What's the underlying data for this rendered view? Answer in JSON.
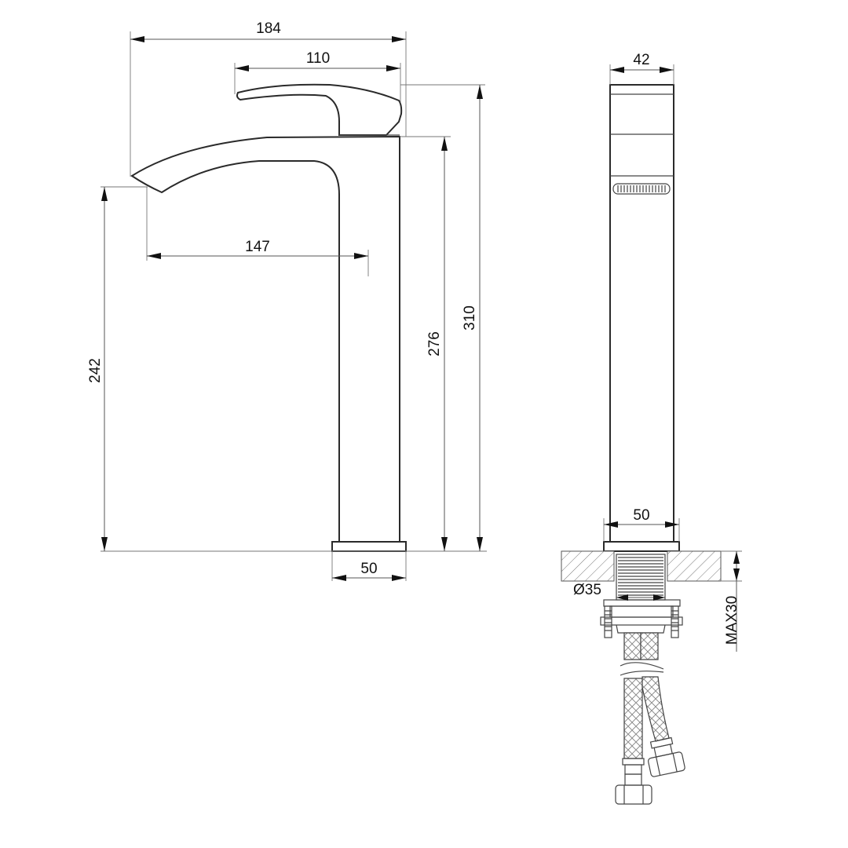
{
  "drawing": {
    "subject": "Tall basin mixer faucet technical drawing",
    "units": "mm",
    "colors": {
      "line": "#2a2a2a",
      "dimension": "#555555",
      "background": "#ffffff"
    }
  },
  "side_view": {
    "dimensions": {
      "overall_width": "184",
      "handle_length": "110",
      "spout_reach": "147",
      "spout_height": "242",
      "body_height": "276",
      "overall_height": "310",
      "base_width": "50"
    }
  },
  "front_view": {
    "dimensions": {
      "body_width": "42",
      "base_width": "50",
      "hole_diameter": "Ø35",
      "max_counter_thickness": "MAX30"
    }
  }
}
